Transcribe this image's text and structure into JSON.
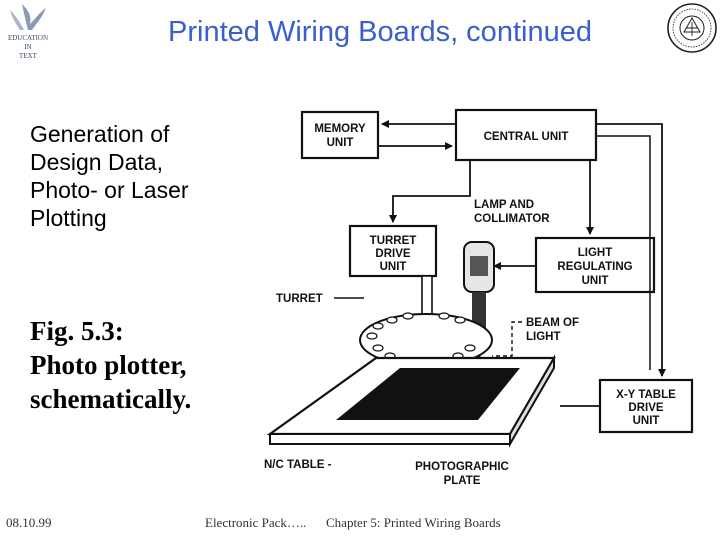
{
  "header": {
    "title": "Printed Wiring Boards, continued",
    "logo_left_text": [
      "EDUCATION",
      "IN",
      "TEXT"
    ]
  },
  "left_panel": {
    "heading_lines": [
      "Generation of",
      "Design Data,",
      "Photo- or Laser",
      "Plotting"
    ],
    "figure_caption_lines": [
      "Fig. 5.3:",
      "Photo plotter,",
      "schematically."
    ]
  },
  "diagram": {
    "labels": {
      "memory_unit": [
        "MEMORY",
        "UNIT"
      ],
      "central_unit": "CENTRAL UNIT",
      "lamp": [
        "LAMP AND",
        "COLLIMATOR"
      ],
      "turret_drive": [
        "TURRET",
        "DRIVE",
        "UNIT"
      ],
      "light_regulating": [
        "LIGHT",
        "REGULATING",
        "UNIT"
      ],
      "turret": "TURRET",
      "beam": [
        "BEAM OF",
        "LIGHT"
      ],
      "xy_table": [
        "X-Y TABLE",
        "DRIVE",
        "UNIT"
      ],
      "nc_table": "N/C TABLE -",
      "photo_plate": [
        "PHOTOGRAPHIC",
        "PLATE"
      ]
    }
  },
  "footer": {
    "date": "08.10.99",
    "course": "Electronic Pack…..",
    "chapter": "Chapter 5: Printed Wiring Boards"
  }
}
